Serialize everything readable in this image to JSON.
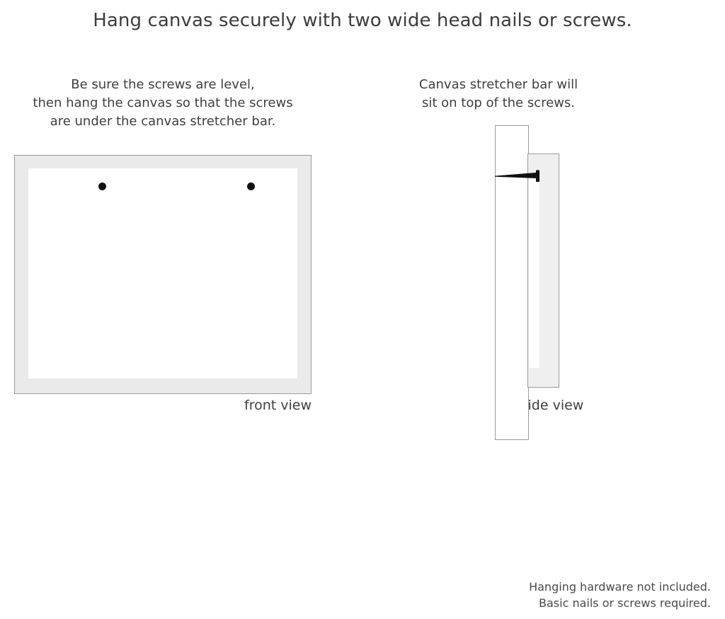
{
  "title": "Hang canvas securely with two wide head nails or screws.",
  "captions": {
    "left": [
      "Be sure the screws are level,",
      "then hang the canvas so that the screws",
      "are under the canvas stretcher bar."
    ],
    "right": [
      "Canvas stretcher bar will",
      "sit on top of the screws."
    ]
  },
  "views": {
    "front_label": "front view",
    "side_label": "side view"
  },
  "footer": [
    "Hanging hardware not included.",
    "Basic nails or screws required."
  ],
  "colors": {
    "frame_fill": "#eaeaea",
    "frame_stroke": "#9a9a9a",
    "canvas_face": "#ffffff",
    "screw": "#101010",
    "text": "#3f3f3f",
    "side_canvas_fill": "#efefef"
  }
}
